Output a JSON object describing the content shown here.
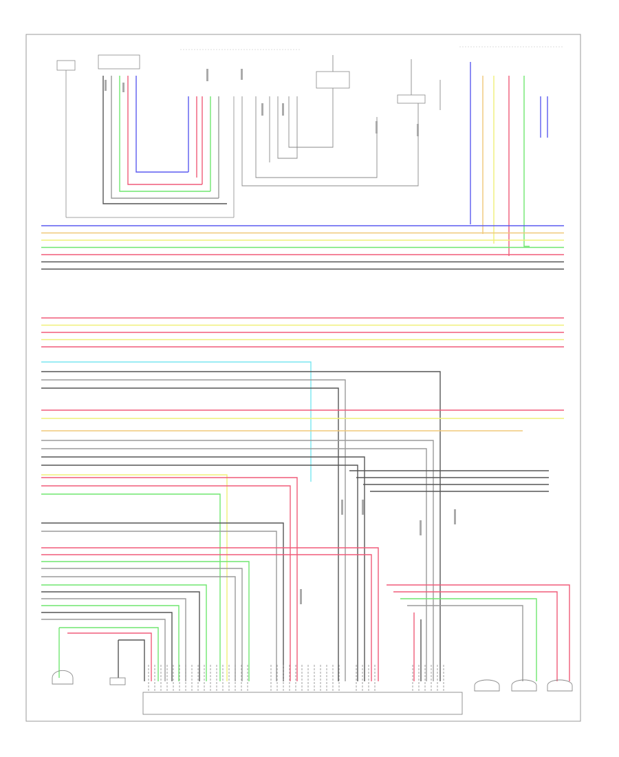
{
  "diagram": {
    "page_label": "",
    "center_unit_label": "",
    "top_header_label": "",
    "top_right_header_label": "",
    "bottom_left_module_label": "",
    "bottom_left2_module_label": "",
    "bottom_right_modules": [
      "",
      "",
      ""
    ],
    "right_note_label": "",
    "wire_colors": {
      "blue": "#5a5af0",
      "red": "#f05a78",
      "green": "#6ee66e",
      "yellow": "#f0f078",
      "cyan": "#78e6f0",
      "dark": "#555555",
      "gray": "#9a9a9a",
      "light": "#c8c8c8",
      "orange": "#f0c878"
    },
    "bus_groups": [
      {
        "name": "upper-bus",
        "colors": [
          "blue",
          "orange",
          "yellow",
          "green",
          "red",
          "dark",
          "dark"
        ]
      },
      {
        "name": "mid-bus",
        "colors": [
          "red",
          "yellow",
          "red",
          "yellow",
          "red"
        ]
      },
      {
        "name": "lower-bus",
        "colors": [
          "cyan",
          "dark",
          "gray",
          "dark",
          "gray"
        ]
      }
    ]
  }
}
